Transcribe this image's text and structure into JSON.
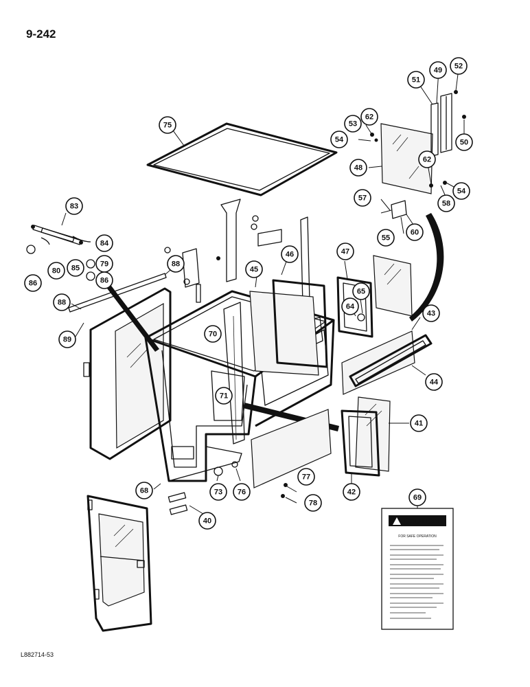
{
  "page_number": "9-242",
  "figure_code": "L882714-53",
  "callouts": [
    "75",
    "52",
    "49",
    "51",
    "62",
    "53",
    "54",
    "50",
    "48",
    "62",
    "54",
    "58",
    "57",
    "55",
    "60",
    "83",
    "84",
    "85",
    "79",
    "80",
    "86",
    "86",
    "88",
    "88",
    "89",
    "47",
    "46",
    "45",
    "65",
    "64",
    "70",
    "71",
    "43",
    "44",
    "41",
    "42",
    "68",
    "73",
    "76",
    "77",
    "78",
    "40",
    "69"
  ],
  "decal": {
    "header": "CAUTION",
    "subheader": "FOR SAFE OPERATION"
  }
}
